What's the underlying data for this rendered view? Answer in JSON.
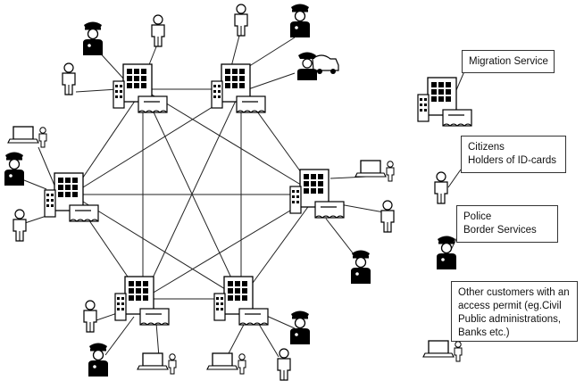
{
  "legend": {
    "migration": {
      "lines": [
        "Migration Service"
      ]
    },
    "citizens": {
      "lines": [
        "Citizens",
        "Holders of ID-cards"
      ]
    },
    "police": {
      "lines": [
        "Police",
        "Border Services"
      ]
    },
    "other": {
      "lines": [
        "Other customers with an",
        "access permit (eg.Civil",
        "Public administrations,",
        "Banks etc.)"
      ]
    }
  },
  "network": {
    "offices": 6,
    "topology": "fully-connected hexagon"
  },
  "icons": {
    "office": "office-building-icon",
    "citizen": "citizen-person-icon",
    "police": "police-officer-icon",
    "customer": "laptop-user-icon",
    "police_car": "police-car-icon"
  },
  "colors": {
    "line": "#222222",
    "icon_fill": "#000000",
    "background": "#ffffff"
  }
}
